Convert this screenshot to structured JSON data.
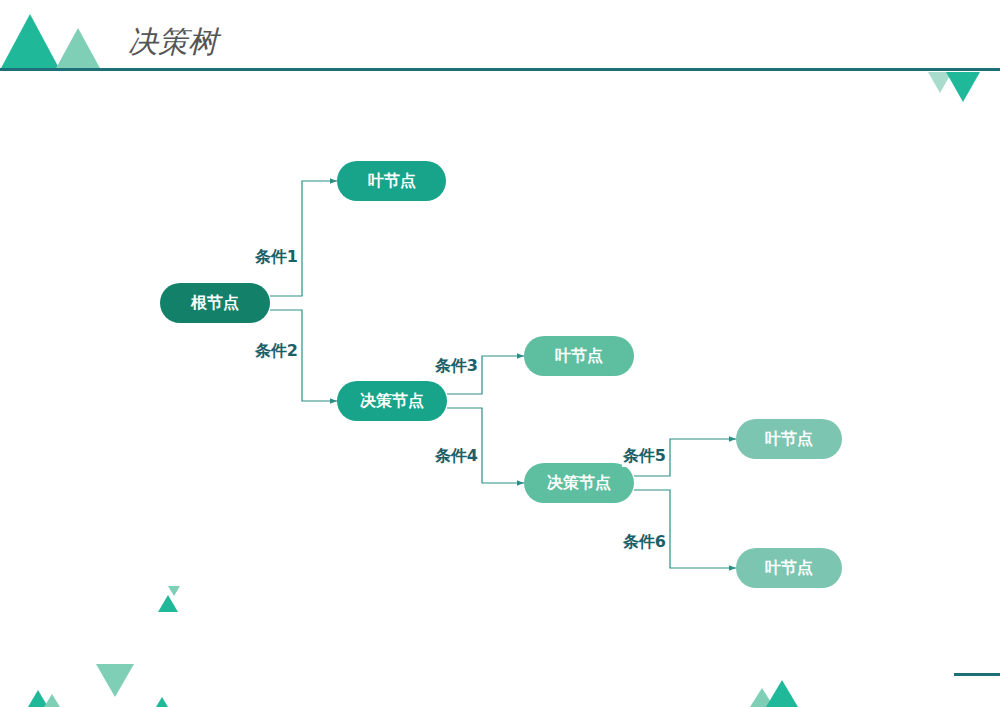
{
  "diagram": {
    "title": "决策树",
    "nodes": [
      {
        "text": [
          "根节点"
        ]
      },
      {
        "text": [
          "叶节点"
        ]
      },
      {
        "text": [
          "决策节点"
        ]
      },
      {
        "text": [
          "叶节点"
        ]
      },
      {
        "text": [
          "决策节点"
        ]
      },
      {
        "text": [
          "叶节点"
        ]
      },
      {
        "text": [
          "叶节点"
        ]
      }
    ],
    "edges": [
      {
        "from": 0,
        "to": 1,
        "label": "条件1",
        "arrow": "to"
      },
      {
        "from": 0,
        "to": 2,
        "label": "条件2",
        "arrow": "to"
      },
      {
        "from": 2,
        "to": 3,
        "label": "条件3",
        "arrow": "to"
      },
      {
        "from": 2,
        "to": 4,
        "label": "条件4",
        "arrow": "to"
      },
      {
        "from": 4,
        "to": 5,
        "label": "条件5",
        "arrow": "to"
      },
      {
        "from": 4,
        "to": 6,
        "label": "条件6",
        "arrow": "to"
      }
    ]
  }
}
